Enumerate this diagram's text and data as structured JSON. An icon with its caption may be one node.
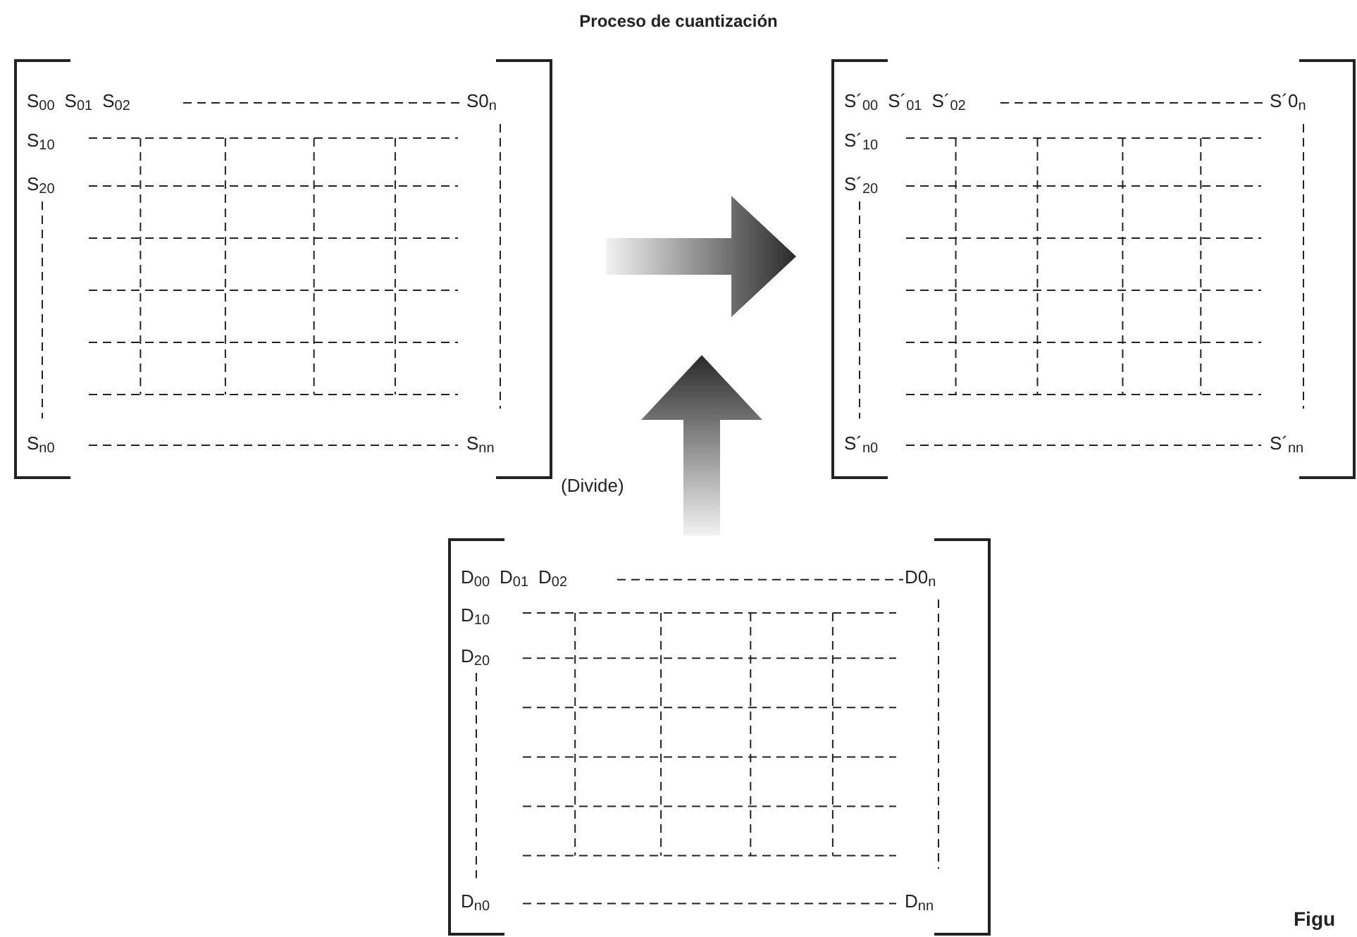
{
  "diagram": {
    "title": "Proceso de cuantización",
    "nodes": [
      {
        "text": [
          "S$_{00}$",
          "S$_{01}$",
          "S$_{02}$",
          "S0$_{n}$",
          "S$_{10}$",
          "S$_{20}$",
          "S$_{n0}$",
          "S$_{nn}$"
        ]
      },
      {
        "text": [
          "S´$_{00}$",
          "S´$_{01}$",
          "S´$_{02}$",
          "S´0$_{n}$",
          "S´$_{10}$",
          "S´$_{20}$",
          "S´$_{n0}$",
          "S´$_{nn}$"
        ]
      },
      {
        "text": [
          "D$_{00}$",
          "D$_{01}$",
          "D$_{02}$",
          "D0$_{n}$",
          "D$_{10}$",
          "D$_{20}$",
          "D$_{n0}$",
          "D$_{nn}$"
        ]
      }
    ],
    "edges": [
      {
        "from": 0,
        "to": 1,
        "arrow": "to",
        "style": "thick"
      },
      {
        "from": 2,
        "to": null,
        "arrow": "to",
        "style": "thick",
        "label": "(Divide)"
      }
    ],
    "labels": [
      "Figu"
    ]
  }
}
